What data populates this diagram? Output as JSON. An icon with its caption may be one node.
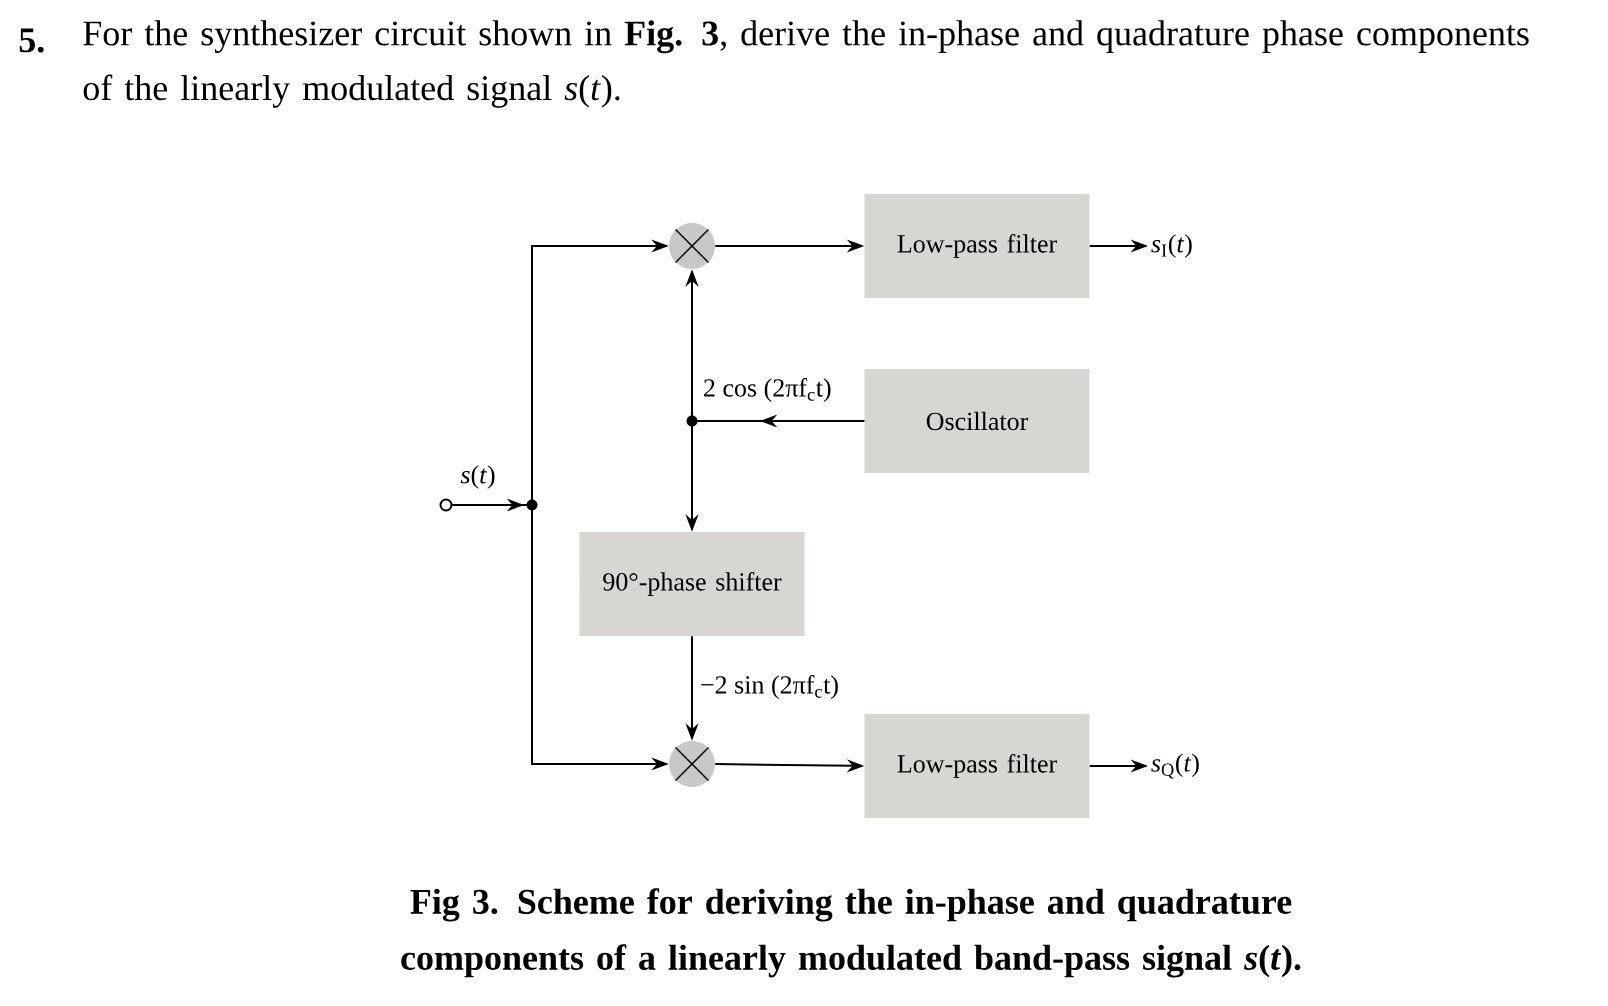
{
  "diagram": {
    "title": "For the synthesizer circuit shown in **Fig. 3**, derive the in-phase and quadrature phase components of the linearly modulated signal *s*(*t*).",
    "caption": "Fig 3. Scheme for deriving the in-phase and quadrature components of a linearly modulated band-pass signal *s*(*t*).",
    "nodes": [
      {
        "text": [],
        "shape": "circle",
        "beside": [
          "*s*(*t*)"
        ]
      },
      {
        "text": [],
        "shape": "circle"
      },
      {
        "text": [
          "Low-pass filter"
        ]
      },
      {
        "text": [
          "*s*$_{I}$(*t*)"
        ]
      },
      {
        "text": [
          "Oscillator"
        ]
      },
      {
        "text": [
          "90°-phase shifter"
        ]
      },
      {
        "text": [],
        "shape": "circle"
      },
      {
        "text": [
          "Low-pass filter"
        ]
      },
      {
        "text": [
          "*s*$_{Q}$(*t*)"
        ]
      }
    ],
    "edges": [
      {
        "from": 0,
        "to": 1,
        "arrow": "to"
      },
      {
        "from": 0,
        "to": 6,
        "arrow": "to"
      },
      {
        "from": 1,
        "to": 2,
        "arrow": "to"
      },
      {
        "from": 2,
        "to": 3,
        "arrow": "to"
      },
      {
        "from": 4,
        "to": 1,
        "arrow": "to",
        "label": "2 cos (2πf$_{c}$t)"
      },
      {
        "from": 4,
        "to": 5,
        "arrow": "to"
      },
      {
        "from": 5,
        "to": 6,
        "arrow": "to",
        "label": "−2 sin (2πf$_{c}$t)"
      },
      {
        "from": 6,
        "to": 7,
        "arrow": "to"
      },
      {
        "from": 7,
        "to": 8,
        "arrow": "to"
      }
    ],
    "labels": [
      "5."
    ]
  }
}
